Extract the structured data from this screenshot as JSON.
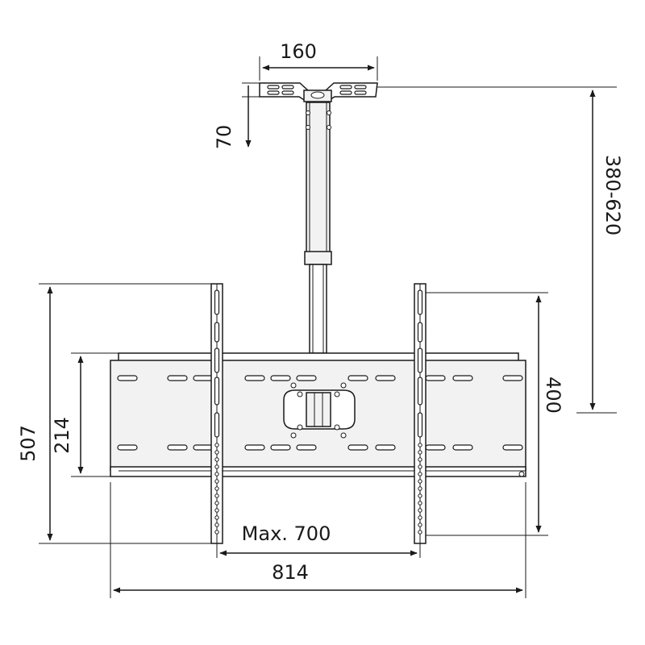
{
  "diagram": {
    "dimensions": {
      "ceiling_plate_width": "160",
      "ceiling_plate_height": "70",
      "pole_drop_range": "380-620",
      "bracket_height": "507",
      "slot_spacing": "214",
      "arm_vertical_span": "400",
      "max_vesa_width": "Max. 700",
      "overall_width": "814"
    },
    "colors": {
      "line": "#1a1a1a",
      "part_fill": "#f2f2f2",
      "background": "#ffffff"
    }
  }
}
